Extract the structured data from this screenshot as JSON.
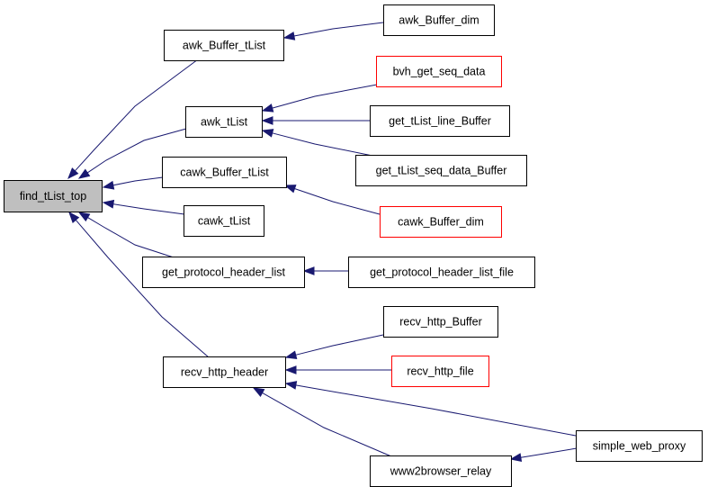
{
  "graph": {
    "colors": {
      "edge": "#191970",
      "root_fill": "#bfbfbf",
      "node_fill": "#ffffff",
      "node_border": "#000000",
      "truncated_border": "#ff0000"
    },
    "nodes": [
      {
        "id": "find_tList_top",
        "label": "find_tList_top",
        "style": "root"
      },
      {
        "id": "awk_Buffer_tList",
        "label": "awk_Buffer_tList",
        "style": "normal"
      },
      {
        "id": "awk_tList",
        "label": "awk_tList",
        "style": "normal"
      },
      {
        "id": "cawk_Buffer_tList",
        "label": "cawk_Buffer_tList",
        "style": "normal"
      },
      {
        "id": "cawk_tList",
        "label": "cawk_tList",
        "style": "normal"
      },
      {
        "id": "get_protocol_header_list",
        "label": "get_protocol_header_list",
        "style": "normal"
      },
      {
        "id": "recv_http_header",
        "label": "recv_http_header",
        "style": "normal"
      },
      {
        "id": "awk_Buffer_dim",
        "label": "awk_Buffer_dim",
        "style": "normal"
      },
      {
        "id": "bvh_get_seq_data",
        "label": "bvh_get_seq_data",
        "style": "truncated"
      },
      {
        "id": "get_tList_line_Buffer",
        "label": "get_tList_line_Buffer",
        "style": "normal"
      },
      {
        "id": "get_tList_seq_data_Buffer",
        "label": "get_tList_seq_data_Buffer",
        "style": "normal"
      },
      {
        "id": "cawk_Buffer_dim",
        "label": "cawk_Buffer_dim",
        "style": "truncated"
      },
      {
        "id": "get_protocol_header_list_file",
        "label": "get_protocol_header_list_file",
        "style": "normal"
      },
      {
        "id": "recv_http_Buffer",
        "label": "recv_http_Buffer",
        "style": "normal"
      },
      {
        "id": "recv_http_file",
        "label": "recv_http_file",
        "style": "truncated"
      },
      {
        "id": "www2browser_relay",
        "label": "www2browser_relay",
        "style": "normal"
      },
      {
        "id": "simple_web_proxy",
        "label": "simple_web_proxy",
        "style": "normal"
      }
    ],
    "edges": [
      {
        "from": "awk_Buffer_tList",
        "to": "find_tList_top"
      },
      {
        "from": "awk_tList",
        "to": "find_tList_top"
      },
      {
        "from": "cawk_Buffer_tList",
        "to": "find_tList_top"
      },
      {
        "from": "cawk_tList",
        "to": "find_tList_top"
      },
      {
        "from": "get_protocol_header_list",
        "to": "find_tList_top"
      },
      {
        "from": "recv_http_header",
        "to": "find_tList_top"
      },
      {
        "from": "awk_Buffer_dim",
        "to": "awk_Buffer_tList"
      },
      {
        "from": "bvh_get_seq_data",
        "to": "awk_tList"
      },
      {
        "from": "get_tList_line_Buffer",
        "to": "awk_tList"
      },
      {
        "from": "get_tList_seq_data_Buffer",
        "to": "awk_tList"
      },
      {
        "from": "cawk_Buffer_dim",
        "to": "cawk_Buffer_tList"
      },
      {
        "from": "get_protocol_header_list_file",
        "to": "get_protocol_header_list"
      },
      {
        "from": "recv_http_Buffer",
        "to": "recv_http_header"
      },
      {
        "from": "recv_http_file",
        "to": "recv_http_header"
      },
      {
        "from": "simple_web_proxy",
        "to": "recv_http_header"
      },
      {
        "from": "www2browser_relay",
        "to": "recv_http_header"
      },
      {
        "from": "simple_web_proxy",
        "to": "www2browser_relay"
      }
    ]
  }
}
